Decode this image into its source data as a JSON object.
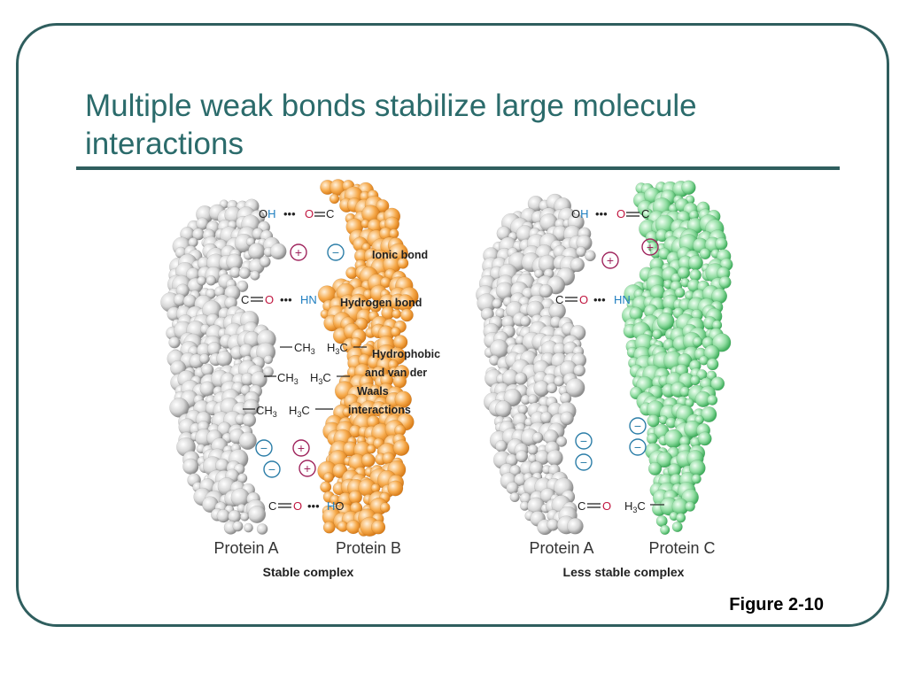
{
  "slide": {
    "title": "Multiple weak bonds stabilize large molecule interactions",
    "figure_label": "Figure 2-10"
  },
  "colors": {
    "frame": "#2f5e5e",
    "title": "#2b6b6b",
    "protein_gray": "#cfcfcf",
    "protein_orange": "#f6a94a",
    "protein_green": "#8fdca0",
    "oxygen_red": "#c0163f",
    "nitrogen_blue": "#1e7ec0",
    "positive": "#a0265e",
    "negative": "#2c7ea8"
  },
  "panels": [
    {
      "caption": "Stable complex",
      "left_protein": "Protein A",
      "right_protein": "Protein B",
      "bond_labels": {
        "ionic": "Ionic bond",
        "hydrogen": "Hydrogen bond",
        "hydrophobic_1": "Hydrophobic",
        "hydrophobic_2": "and van der",
        "hydrophobic_3": "Waals",
        "hydrophobic_4": "interactions"
      }
    },
    {
      "caption": "Less stable complex",
      "left_protein": "Protein A",
      "right_protein": "Protein C"
    }
  ],
  "chem": {
    "OH": "OH",
    "HO": "HO",
    "HN": "HN",
    "HC": "H",
    "CH": "CH",
    "C": "C",
    "O": "O",
    "sub3": "3",
    "dots": "•••",
    "plus": "+",
    "minus": "−"
  }
}
